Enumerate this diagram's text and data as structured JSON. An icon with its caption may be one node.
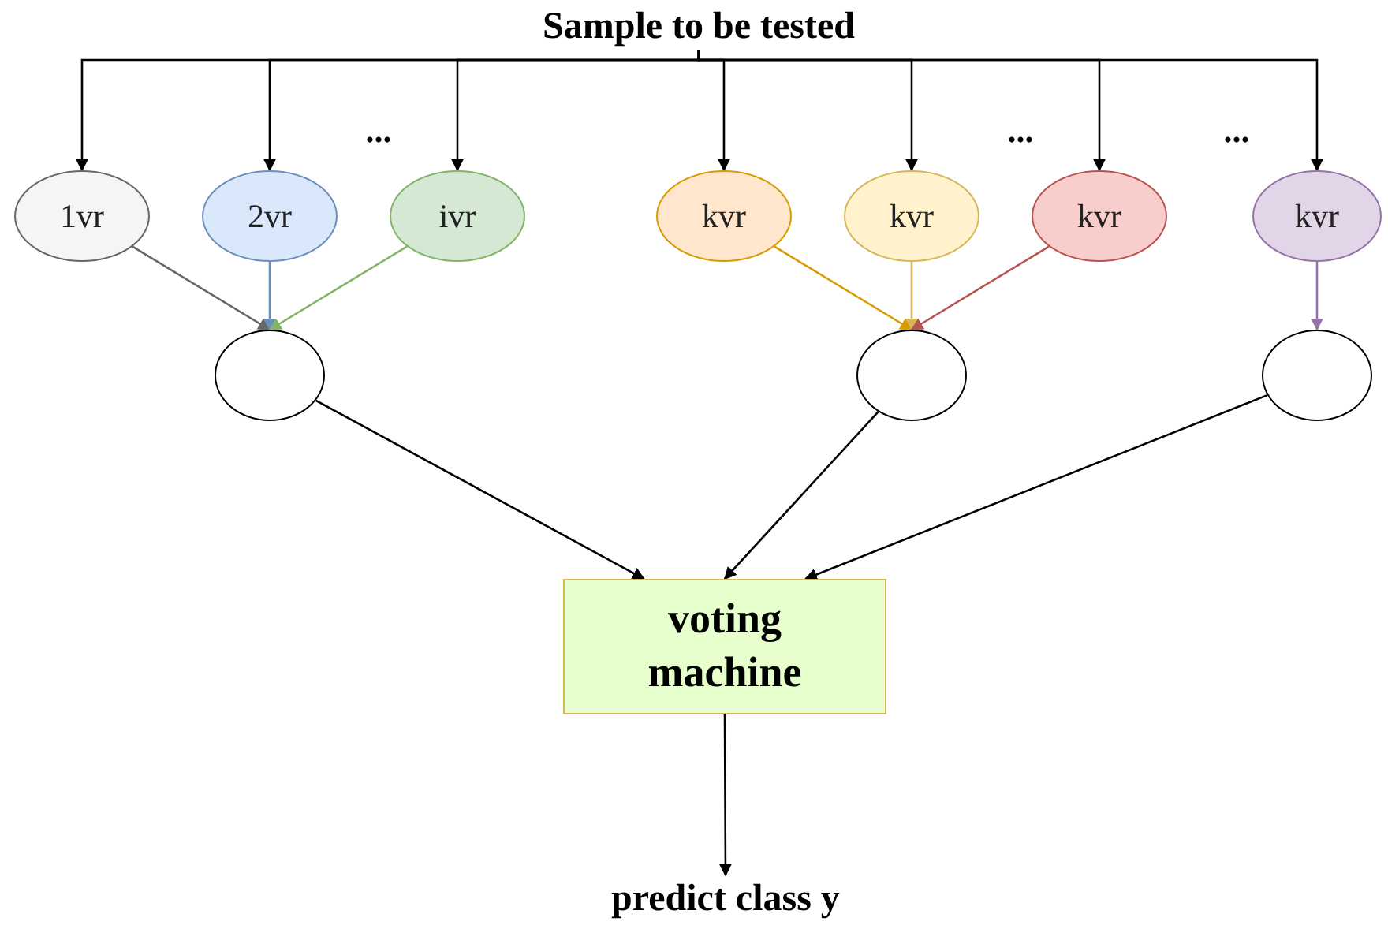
{
  "diagram": {
    "nodes": [
      {
        "text": [
          "Sample to be tested"
        ]
      },
      {
        "text": [
          "1vr"
        ]
      },
      {
        "text": [
          "2vr"
        ]
      },
      {
        "text": [
          "ivr"
        ]
      },
      {
        "text": [
          "kvr"
        ]
      },
      {
        "text": [
          "kvr"
        ]
      },
      {
        "text": [
          "kvr"
        ]
      },
      {
        "text": [
          "kvr"
        ]
      },
      {
        "text": [],
        "shape": "circle"
      },
      {
        "text": [],
        "shape": "circle"
      },
      {
        "text": [],
        "shape": "circle"
      },
      {
        "text": [
          "voting machine"
        ]
      },
      {
        "text": [
          "predict class y"
        ]
      }
    ],
    "edges": [
      {
        "from": 0,
        "to": 1,
        "arrow": "to"
      },
      {
        "from": 0,
        "to": 2,
        "arrow": "to"
      },
      {
        "from": 0,
        "to": 3,
        "arrow": "to"
      },
      {
        "from": 0,
        "to": 4,
        "arrow": "to"
      },
      {
        "from": 0,
        "to": 5,
        "arrow": "to"
      },
      {
        "from": 0,
        "to": 6,
        "arrow": "to"
      },
      {
        "from": 0,
        "to": 7,
        "arrow": "to"
      },
      {
        "from": 1,
        "to": 8,
        "arrow": "to",
        "color": "#666666"
      },
      {
        "from": 2,
        "to": 8,
        "arrow": "to",
        "color": "#6c8ebf"
      },
      {
        "from": 3,
        "to": 8,
        "arrow": "to",
        "color": "#82b366"
      },
      {
        "from": 4,
        "to": 9,
        "arrow": "to",
        "color": "#d79b00"
      },
      {
        "from": 5,
        "to": 9,
        "arrow": "to",
        "color": "#d6b656"
      },
      {
        "from": 6,
        "to": 9,
        "arrow": "to",
        "color": "#b85450"
      },
      {
        "from": 7,
        "to": 10,
        "arrow": "to",
        "color": "#9673a6"
      },
      {
        "from": 8,
        "to": 11,
        "arrow": "to"
      },
      {
        "from": 9,
        "to": 11,
        "arrow": "to"
      },
      {
        "from": 10,
        "to": 11,
        "arrow": "to"
      },
      {
        "from": 11,
        "to": 12,
        "arrow": "to"
      }
    ],
    "labels": [
      "...",
      "...",
      "..."
    ]
  }
}
